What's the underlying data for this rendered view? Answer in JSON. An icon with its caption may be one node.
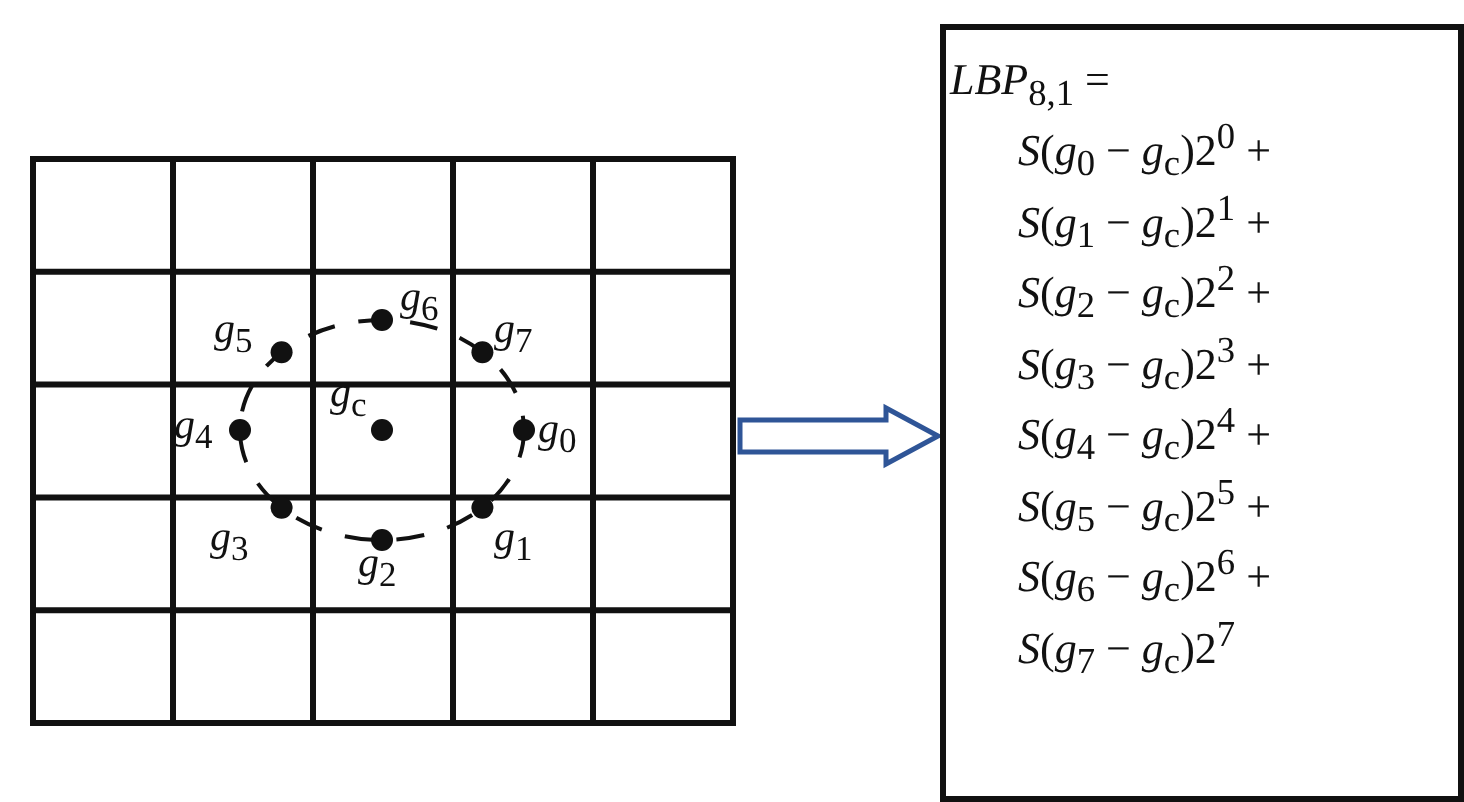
{
  "diagram": {
    "nodes": [
      {
        "text": [],
        "shape": "picture"
      },
      {
        "text": [
          "*LBP*$_{8,1}$ =",
          "*S*(*g*$_{0}$ − *g*$_{c}$)2$^{0}$ +",
          "*S*(*g*$_{1}$ − *g*$_{c}$)2$^{1}$ +",
          "*S*(*g*$_{2}$ − *g*$_{c}$)2$^{2}$ +",
          "*S*(*g*$_{3}$ − *g*$_{c}$)2$^{3}$ +",
          "*S*(*g*$_{4}$ − *g*$_{c}$)2$^{4}$ +",
          "*S*(*g*$_{5}$ − *g*$_{c}$)2$^{5}$ +",
          "*S*(*g*$_{6}$ − *g*$_{c}$)2$^{6}$ +",
          "*S*(*g*$_{7}$ − *g*$_{c}$)2$^{7}$"
        ]
      }
    ],
    "edges": [
      {
        "from": 0,
        "to": 1,
        "arrow": "to"
      }
    ],
    "labels": [
      "*g*$_{6}$",
      "*g*$_{5}$",
      "*g*$_{7}$",
      "*g*$_{c}$",
      "*g*$_{4}$",
      "*g*$_{0}$",
      "*g*$_{3}$",
      "*g*$_{1}$",
      "*g*$_{2}$"
    ]
  }
}
